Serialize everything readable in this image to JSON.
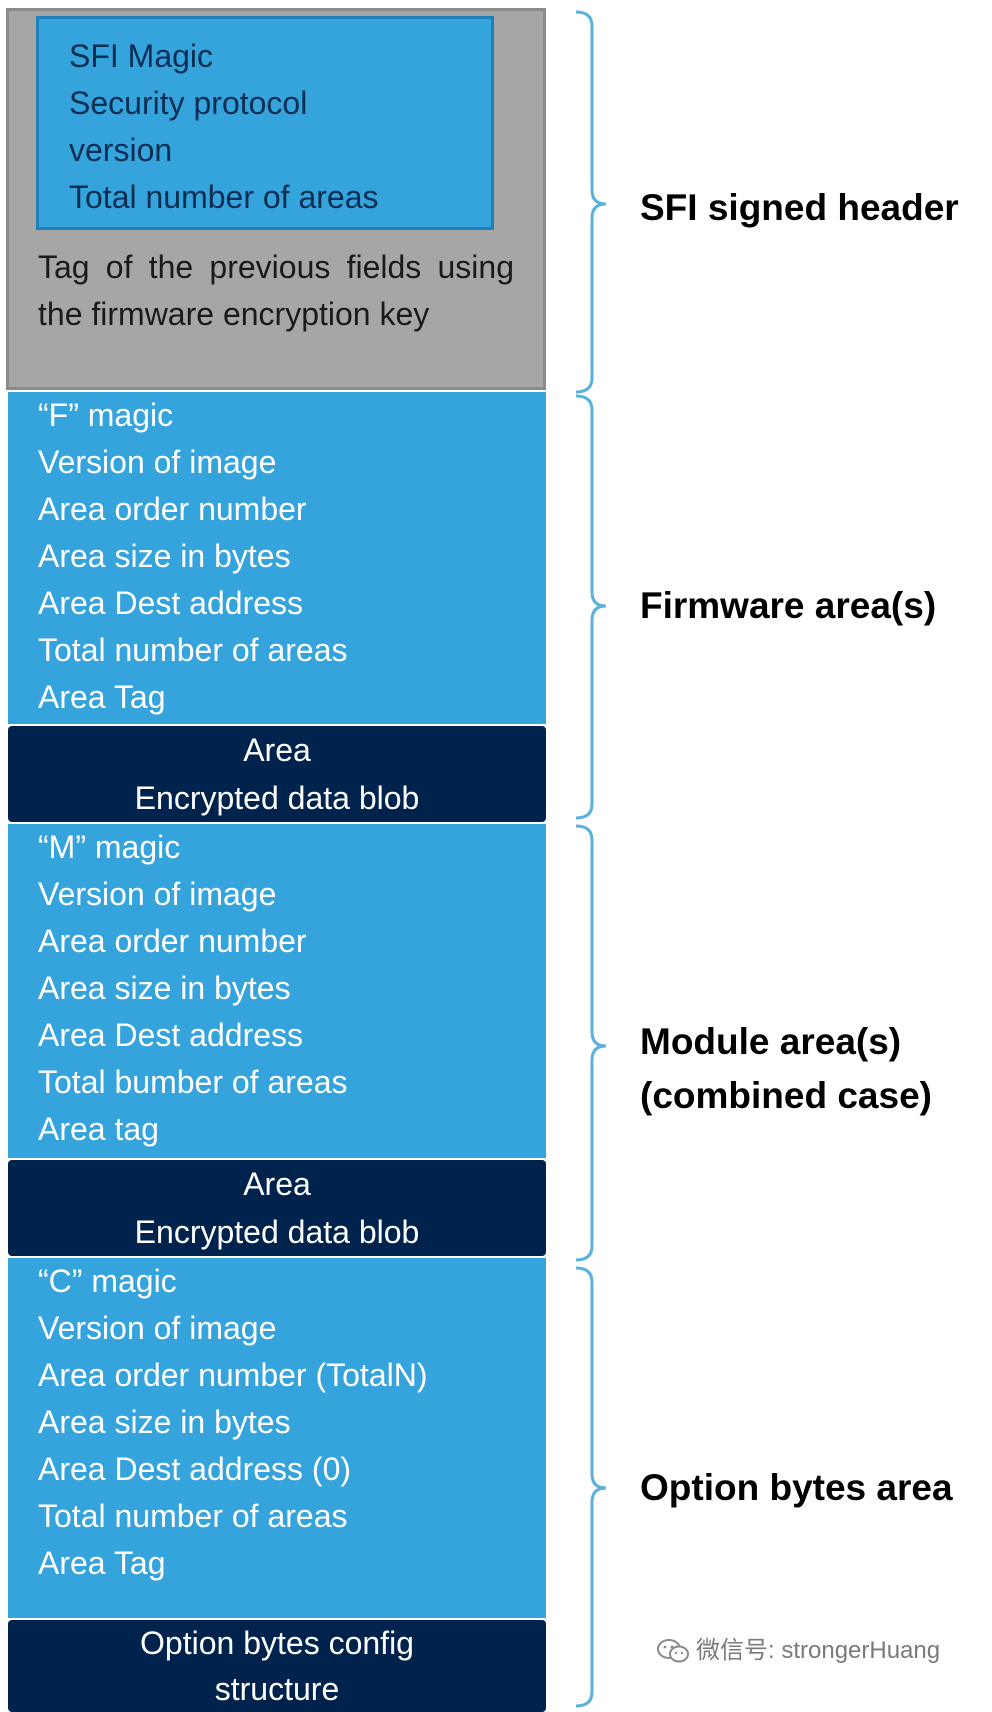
{
  "header": {
    "inner_fields": [
      "SFI Magic",
      "Security protocol",
      "version",
      "Total number of areas"
    ],
    "tag_text": "Tag of the previous fields using the firmware encryption key",
    "label": "SFI signed header"
  },
  "firmware": {
    "fields": [
      "“F” magic",
      "Version of image",
      "Area order number",
      "Area size in bytes",
      "Area Dest address",
      "Total number of areas",
      "Area Tag"
    ],
    "blob": [
      "Area",
      "Encrypted data blob"
    ],
    "label": "Firmware area(s)"
  },
  "module": {
    "fields": [
      "“M” magic",
      "Version of image",
      "Area order number",
      "Area size in bytes",
      "Area Dest address",
      "Total bumber of areas",
      "Area tag"
    ],
    "blob": [
      "Area",
      "Encrypted data blob"
    ],
    "label_line1": "Module area(s)",
    "label_line2": "(combined case)"
  },
  "option": {
    "fields": [
      "“C” magic",
      "Version of image",
      "Area order number (TotalN)",
      "Area size in bytes",
      "Area Dest address (0)",
      "Total number of areas",
      "Area Tag"
    ],
    "blob": [
      "Option bytes config",
      "structure"
    ],
    "label": "Option bytes area"
  },
  "watermark": {
    "icon": "wechat-icon",
    "text": "微信号: strongerHuang"
  }
}
